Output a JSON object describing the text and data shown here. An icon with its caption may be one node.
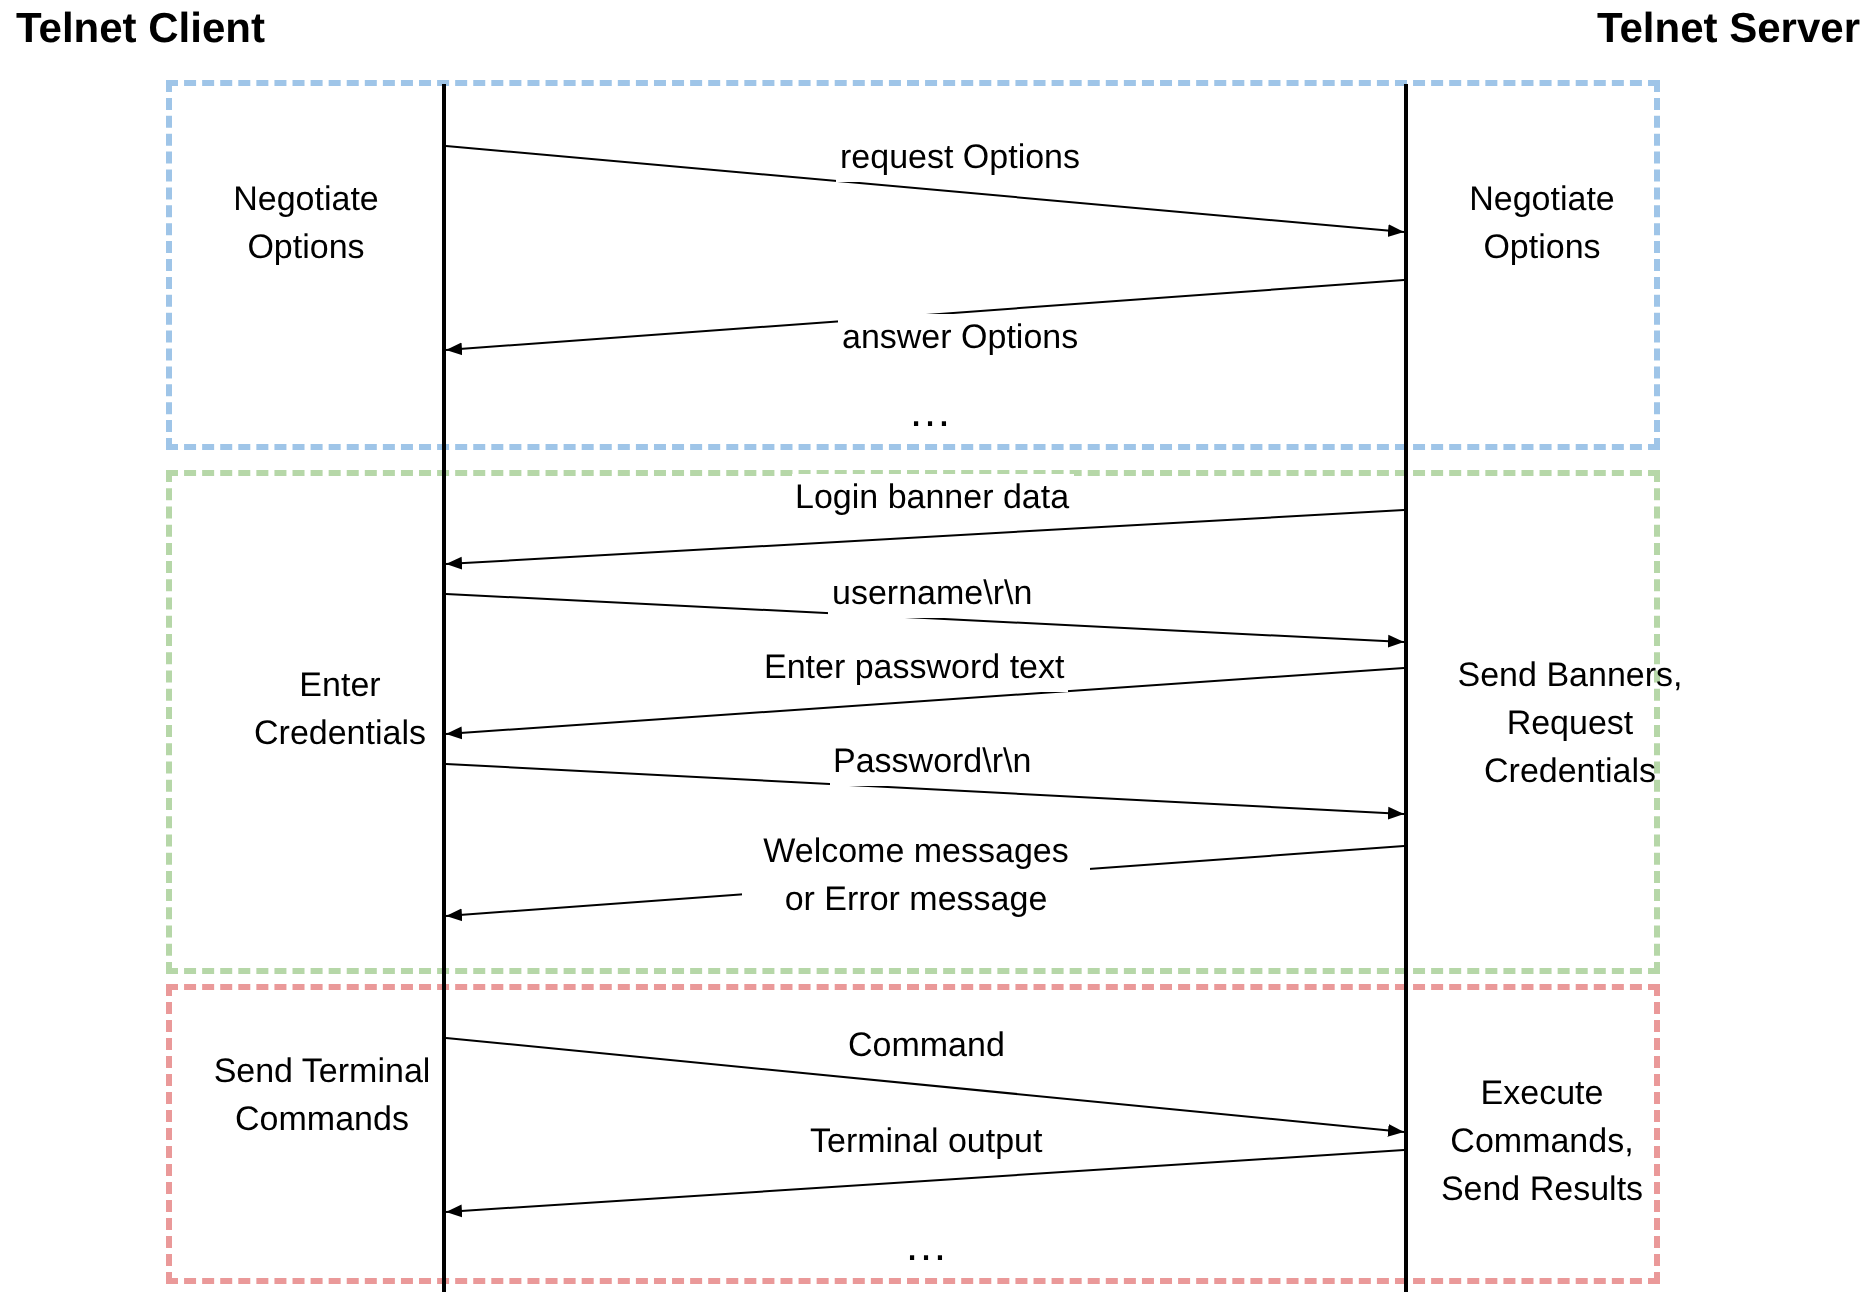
{
  "diagram": {
    "nodes": [
      {
        "text": [
          "Telnet Client"
        ]
      },
      {
        "text": [
          "Telnet Server"
        ]
      },
      {
        "text": [],
        "shape": "bar"
      },
      {
        "text": [],
        "shape": "bar"
      },
      {
        "text": [],
        "shape": "box"
      },
      {
        "text": [
          "Negotiate Options"
        ],
        "in": 4
      },
      {
        "text": [
          "Negotiate Options"
        ],
        "in": 4
      },
      {
        "text": [],
        "shape": "box"
      },
      {
        "text": [
          "Enter Credentials"
        ],
        "in": 7
      },
      {
        "text": [
          "Send Banners, Request Credentials"
        ],
        "in": 7
      },
      {
        "text": [],
        "shape": "box"
      },
      {
        "text": [
          "Send Terminal Commands"
        ],
        "in": 10
      },
      {
        "text": [
          "Execute Commands, Send Results"
        ],
        "in": 10
      }
    ],
    "edges": [
      {
        "from": 2,
        "to": 3,
        "arrow": "to",
        "label": "request Options"
      },
      {
        "from": 3,
        "to": 2,
        "arrow": "to",
        "label": "answer Options"
      },
      {
        "from": 3,
        "to": 2,
        "arrow": "to",
        "label": "Login banner data"
      },
      {
        "from": 2,
        "to": 3,
        "arrow": "to",
        "label": "username\\r\\n"
      },
      {
        "from": 3,
        "to": 2,
        "arrow": "to",
        "label": "Enter password text"
      },
      {
        "from": 2,
        "to": 3,
        "arrow": "to",
        "label": "Password\\r\\n"
      },
      {
        "from": 3,
        "to": 2,
        "arrow": "to",
        "label": "Welcome messages or Error message"
      },
      {
        "from": 2,
        "to": 3,
        "arrow": "to",
        "label": "Command"
      },
      {
        "from": 3,
        "to": 2,
        "arrow": "to",
        "label": "Terminal output"
      }
    ],
    "labels": [
      "…",
      "…"
    ]
  }
}
